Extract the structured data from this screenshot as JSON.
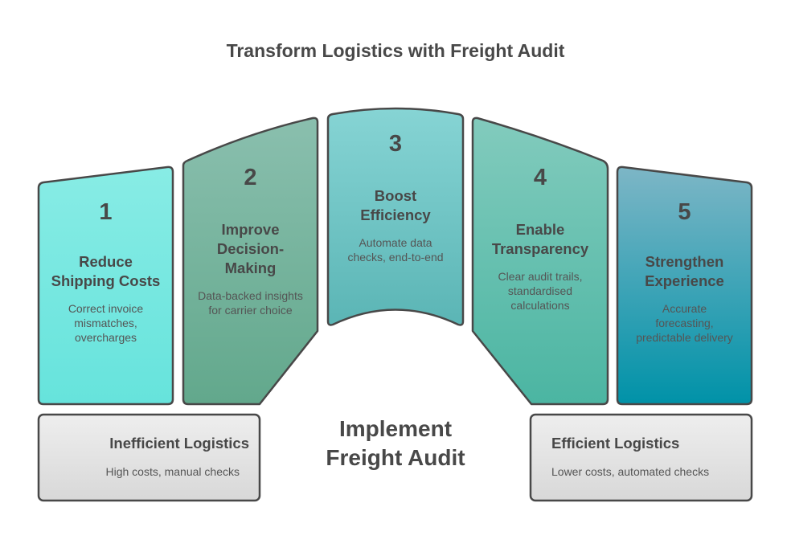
{
  "title": "Transform Logistics with Freight Audit",
  "steps": [
    {
      "number": "1",
      "heading_lines": [
        "Reduce",
        "Shipping Costs"
      ],
      "desc_lines": [
        "Correct invoice",
        "mismatches,",
        "overcharges"
      ],
      "color_top": "#88ECE5",
      "color_bottom": "#66E3DC"
    },
    {
      "number": "2",
      "heading_lines": [
        "Improve",
        "Decision-",
        "Making"
      ],
      "desc_lines": [
        "Data-backed insights",
        "for carrier choice"
      ],
      "color_top": "#8ABFAE",
      "color_bottom": "#62A88C"
    },
    {
      "number": "3",
      "heading_lines": [
        "Boost",
        "Efficiency"
      ],
      "desc_lines": [
        "Automate data",
        "checks, end-to-end"
      ],
      "color_top": "#86D4D4",
      "color_bottom": "#5BB5B5"
    },
    {
      "number": "4",
      "heading_lines": [
        "Enable",
        "Transparency"
      ],
      "desc_lines": [
        "Clear audit trails,",
        "standardised",
        "calculations"
      ],
      "color_top": "#82CBBD",
      "color_bottom": "#4BB5A2"
    },
    {
      "number": "5",
      "heading_lines": [
        "Strengthen",
        "Experience"
      ],
      "desc_lines": [
        "Accurate",
        "forecasting,",
        "predictable delivery"
      ],
      "color_top": "#7DB6C6",
      "color_bottom": "#0092A8"
    }
  ],
  "center_label_lines": [
    "Implement",
    "Freight Audit"
  ],
  "start_state": {
    "heading": "Inefficient Logistics",
    "desc": "High costs, manual checks"
  },
  "end_state": {
    "heading": "Efficient Logistics",
    "desc": "Lower costs, automated checks"
  },
  "colors": {
    "stroke": "#484848",
    "state_top": "#EEEEEE",
    "state_bottom": "#D8D8D8"
  }
}
